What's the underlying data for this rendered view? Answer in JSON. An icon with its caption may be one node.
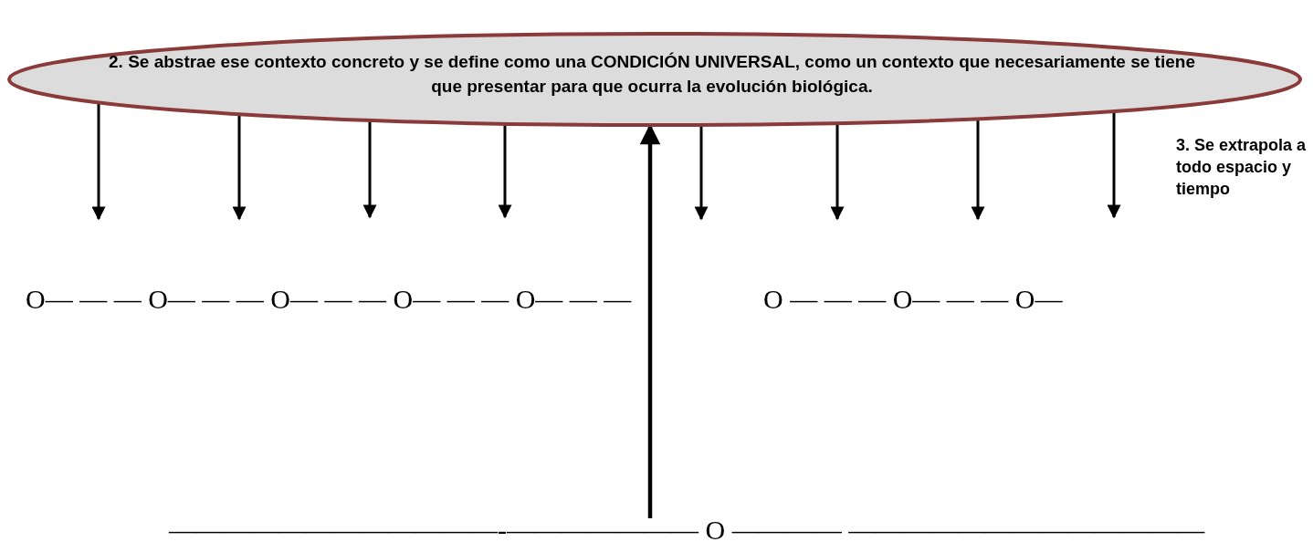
{
  "diagram": {
    "nodes": [
      {
        "text": [
          "2. Se abstrae ese contexto concreto y se define como una CONDICIÓN UNIVERSAL, como un contexto que necesariamente se tiene que presentar para que ocurra la evolución biológica."
        ]
      },
      {
        "text": [
          "————————————-——————— O ———— —————————————"
        ]
      }
    ],
    "edges": [
      {
        "from": 0,
        "to": null,
        "arrow": "to"
      },
      {
        "from": 0,
        "to": null,
        "arrow": "to"
      },
      {
        "from": 0,
        "to": null,
        "arrow": "to"
      },
      {
        "from": 0,
        "to": null,
        "arrow": "to"
      },
      {
        "from": 0,
        "to": null,
        "arrow": "to"
      },
      {
        "from": 0,
        "to": null,
        "arrow": "to"
      },
      {
        "from": 0,
        "to": null,
        "arrow": "to"
      },
      {
        "from": 0,
        "to": null,
        "arrow": "to"
      },
      {
        "from": 1,
        "to": 0,
        "arrow": "to"
      }
    ],
    "labels": [
      "3. Se extrapola a todo espacio y tiempo",
      "O— — — O— — — O— — — O— — — O— — —",
      "O — — — O— — — O—"
    ]
  }
}
